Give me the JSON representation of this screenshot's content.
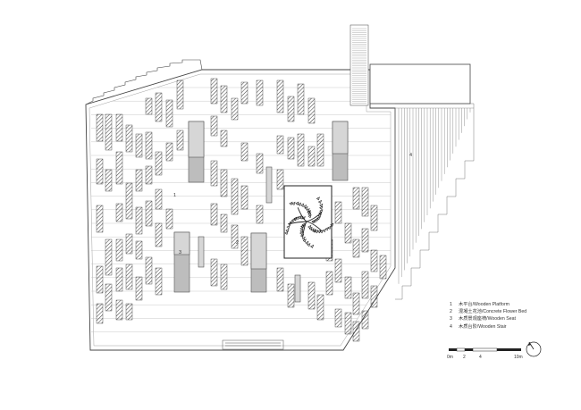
{
  "legend": {
    "items": [
      {
        "num": "1",
        "label": "木平台/Wooden Platform"
      },
      {
        "num": "2",
        "label": "混凝土花池/Concrete Flower Bed"
      },
      {
        "num": "3",
        "label": "木质景观座椅/Wooden Seat"
      },
      {
        "num": "4",
        "label": "木质台阶/Wooden Stair"
      }
    ]
  },
  "markers": {
    "m1": "1",
    "m2": "2",
    "m3": "3",
    "m4": "4"
  },
  "scale_bar": {
    "labels": [
      "0m",
      "2",
      "4",
      "10m"
    ]
  },
  "north_arrow": {
    "icon": "north-arrow-icon"
  }
}
